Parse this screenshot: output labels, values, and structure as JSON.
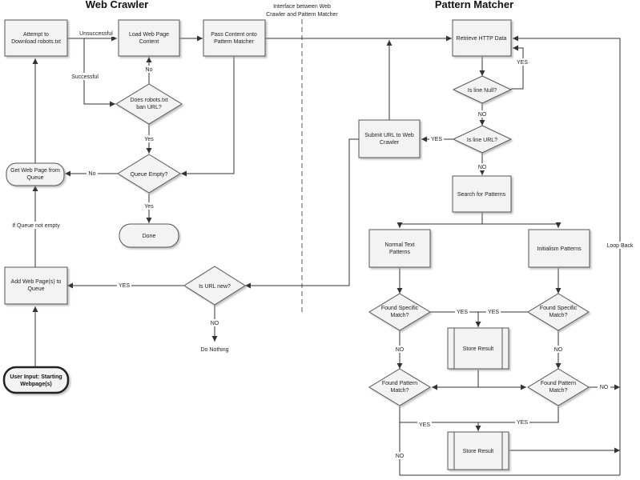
{
  "titles": {
    "web_crawler": "Web Crawler",
    "pattern_matcher": "Pattern Matcher"
  },
  "interface_label": [
    "Interface between Web",
    "Crawler and Pattern Matcher"
  ],
  "nodes": {
    "attempt_robots": [
      "Attempt to",
      "Download robots.txt"
    ],
    "load_page": [
      "Load Web Page",
      "Content"
    ],
    "pass_content": [
      "Pass Content onto",
      "Pattern Matcher"
    ],
    "robots_ban": [
      "Does robots.txt",
      "ban URL?"
    ],
    "queue_empty": [
      "Queue Empty?"
    ],
    "done": [
      "Done"
    ],
    "get_page": [
      "Get Web Page from",
      "Queue"
    ],
    "add_pages": [
      "Add Web Page(s) to",
      "Queue"
    ],
    "user_input": [
      "User Input: Starting",
      "Webpage(s)"
    ],
    "is_url_new": [
      "Is URL new?"
    ],
    "do_nothing": [
      "Do Nothing"
    ],
    "retrieve_http": [
      "Retrieve HTTP Data"
    ],
    "is_line_null": [
      "Is line Null?"
    ],
    "is_line_url": [
      "Is line URL?"
    ],
    "submit_url": [
      "Submit URL to Web",
      "Crawler"
    ],
    "search_patterns": [
      "Search for Patterns"
    ],
    "normal_text": [
      "Normal Text",
      "Patterns"
    ],
    "initialism": [
      "Initialism Patterns"
    ],
    "found_specific_left": [
      "Found Specific",
      "Match?"
    ],
    "found_specific_right": [
      "Found Specific",
      "Match?"
    ],
    "store_result_1": [
      "Store Result"
    ],
    "found_pattern_left": [
      "Found Pattern",
      "Match?"
    ],
    "found_pattern_right": [
      "Found Pattern",
      "Match?"
    ],
    "store_result_2": [
      "Store Result"
    ]
  },
  "edge_labels": {
    "unsuccessful": "Unsuccessful",
    "successful": "Successful",
    "ban_no": "No",
    "queue_yes": "Yes",
    "queue_no": "No",
    "done_yes": "Yes",
    "if_queue_not_empty": "If Queue not empty",
    "new_yes": "YES",
    "new_no": "NO",
    "null_yes": "YES",
    "null_no": "NO",
    "url_yes": "YES",
    "url_no": "NO",
    "spec_left_yes": "YES",
    "spec_right_yes": "YES",
    "spec_left_no": "NO",
    "spec_right_no": "NO",
    "pat_left_yes": "YES",
    "pat_right_yes": "YES",
    "pat_right_no": "NO",
    "pat_left_no": "NO",
    "loop_back": "Loop Back"
  }
}
